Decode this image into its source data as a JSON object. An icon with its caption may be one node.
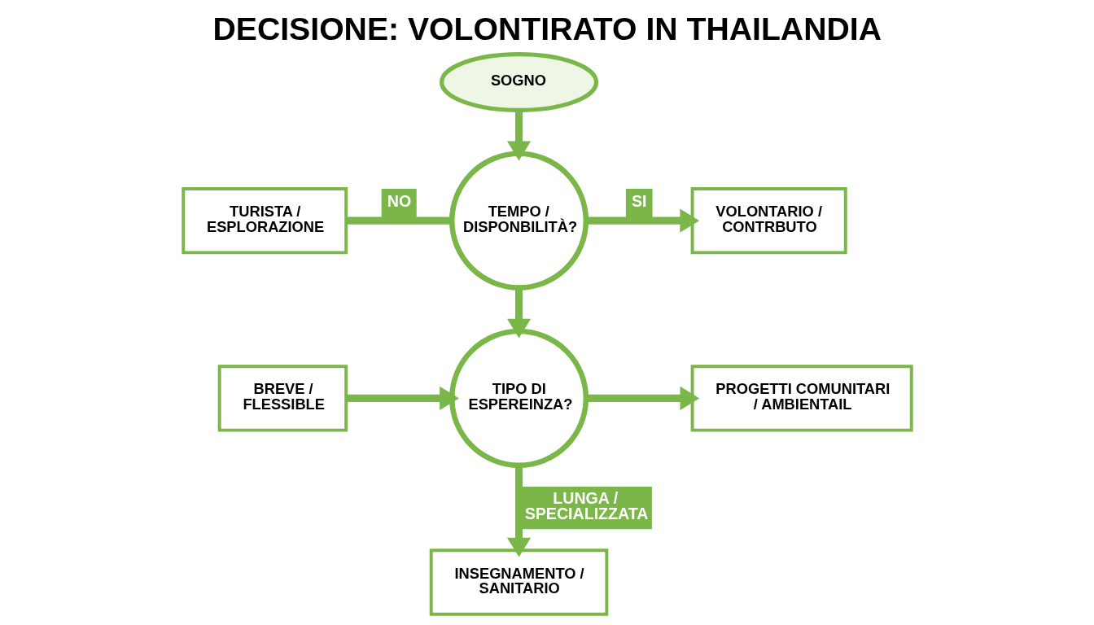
{
  "diagram": {
    "title": "DECISIONE: VOLONTIRATO IN THAILANDIA",
    "nodes": [
      {
        "text": [
          "SOGNO"
        ]
      },
      {
        "text": [
          "TEMPO / DISPONBILITÀ?"
        ]
      },
      {
        "text": [
          "VOLONTARIO / CONTRBUTO"
        ]
      },
      {
        "text": [
          "TURISTA / ESPLORAZIONE"
        ]
      },
      {
        "text": [
          "TIPO DI ESPEREINZA?"
        ]
      },
      {
        "text": [
          "PROGETTI COMUNITARI / AMBIENTAIL"
        ]
      },
      {
        "text": [
          "BREVE / FLESSIBLE"
        ]
      },
      {
        "text": [
          "INSEGNAMENTO / SANITARIO"
        ]
      }
    ],
    "edges": [
      {
        "from": 0,
        "to": 1,
        "arrow": "to"
      },
      {
        "from": 1,
        "to": 2,
        "arrow": "to",
        "label": "SI"
      },
      {
        "from": 3,
        "to": 1,
        "arrow": "none",
        "label": "NO"
      },
      {
        "from": 1,
        "to": 4,
        "arrow": "to"
      },
      {
        "from": 4,
        "to": 5,
        "arrow": "to"
      },
      {
        "from": 6,
        "to": 4,
        "arrow": "to"
      },
      {
        "from": 4,
        "to": 7,
        "arrow": "to",
        "label": "LUNGA / SPECIALIZZATA"
      }
    ]
  }
}
